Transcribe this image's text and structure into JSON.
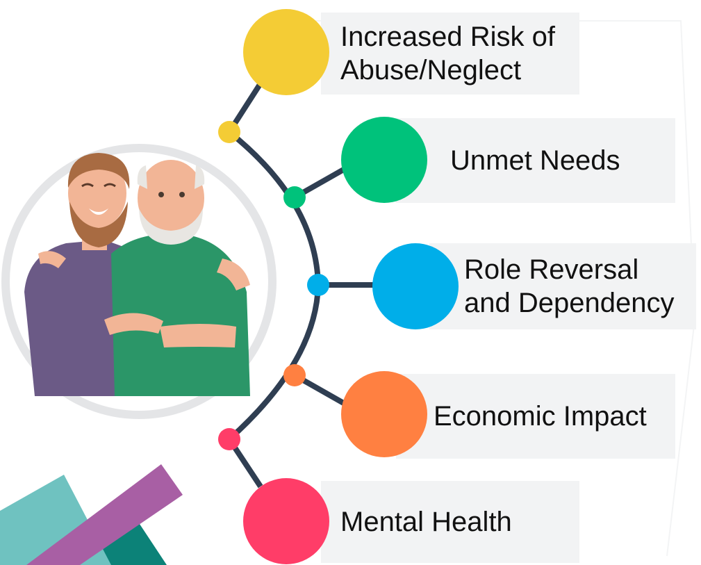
{
  "items": [
    {
      "label_line1": "Increased Risk of",
      "label_line2": "Abuse/Neglect",
      "color": "#f4cc35",
      "icon": "yellow-circle-node"
    },
    {
      "label_line1": "Unmet Needs",
      "label_line2": "",
      "color": "#00c27b",
      "icon": "green-circle-node"
    },
    {
      "label_line1": "Role Reversal",
      "label_line2": "and Dependency",
      "color": "#00aee9",
      "icon": "blue-circle-node"
    },
    {
      "label_line1": "Economic Impact",
      "label_line2": "",
      "color": "#ff8041",
      "icon": "orange-circle-node"
    },
    {
      "label_line1": "Mental Health",
      "label_line2": "",
      "color": "#ff3d68",
      "icon": "pink-circle-node"
    }
  ],
  "colors": {
    "connector": "#2f3e52",
    "label_bg": "#f2f3f4",
    "photo_ring": "#e4e5e7",
    "shirt_purple": "#6b5a86",
    "shirt_green": "#2b9668",
    "skin": "#f2b596",
    "hair_brown": "#a86b42",
    "hair_grey": "#e8e6e2",
    "stripe_teal_light": "#6fc2c0",
    "stripe_purple": "#a85fa4",
    "stripe_teal_dark": "#0c8278"
  },
  "illustration": {
    "icon": "two-men-hugging-illustration"
  }
}
